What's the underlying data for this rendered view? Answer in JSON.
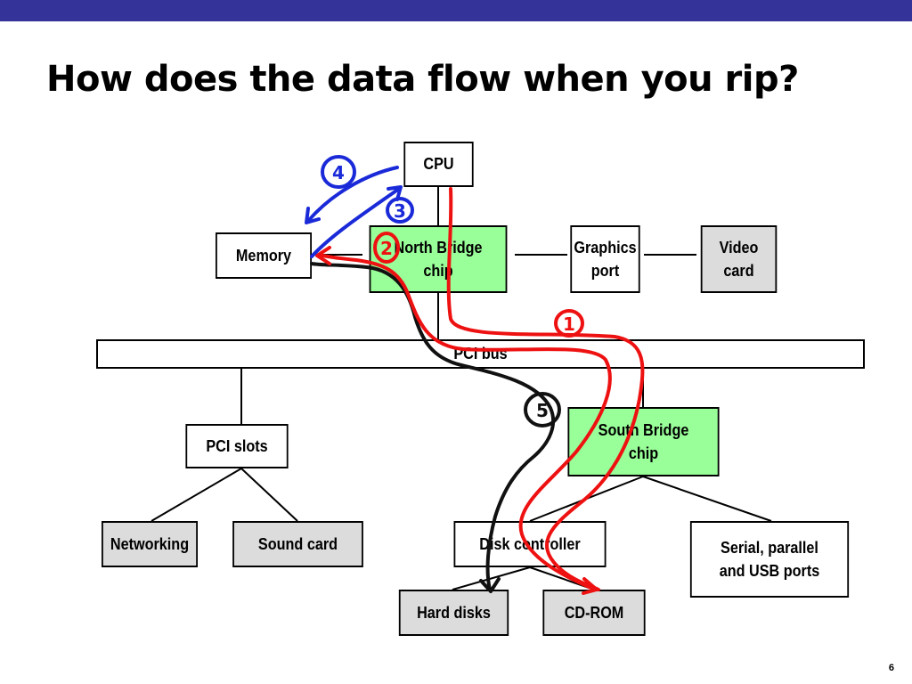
{
  "slide": {
    "title": "How does the data flow when you rip?",
    "page_number": "6"
  },
  "colors": {
    "header_bar": "#333399",
    "gray_box": "#dcdcdc",
    "green_box": "#99ff99",
    "annotation_red": "#ee1111",
    "annotation_blue": "#1a2ad8",
    "annotation_black": "#111111"
  },
  "nodes": {
    "cpu": "CPU",
    "memory": "Memory",
    "north_bridge": "North Bridge\nchip",
    "graphics_port": "Graphics\nport",
    "video_card": "Video\ncard",
    "pci_bus": "PCI bus",
    "pci_slots": "PCI slots",
    "south_bridge": "South Bridge\nchip",
    "networking": "Networking",
    "sound_card": "Sound card",
    "disk_controller": "Disk controller",
    "serial_ports": "Serial, parallel\nand USB ports",
    "hard_disks": "Hard disks",
    "cd_rom": "CD-ROM"
  },
  "annotations": {
    "step_1": "1",
    "step_2": "2",
    "step_3": "3",
    "step_4": "4",
    "step_5": "5"
  }
}
